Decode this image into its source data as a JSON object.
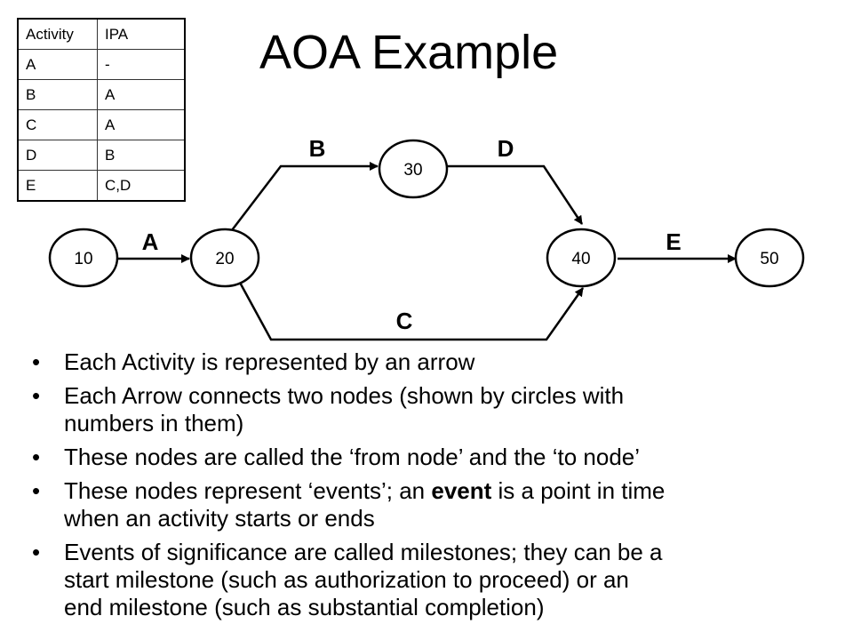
{
  "title": "AOA Example",
  "table": {
    "headers": [
      "Activity",
      "IPA"
    ],
    "rows": [
      [
        "A",
        "-"
      ],
      [
        "B",
        "A"
      ],
      [
        "C",
        "A"
      ],
      [
        "D",
        "B"
      ],
      [
        "E",
        "C,D"
      ]
    ]
  },
  "nodes": {
    "n10": "10",
    "n20": "20",
    "n30": "30",
    "n40": "40",
    "n50": "50"
  },
  "activities": {
    "a": "A",
    "b": "B",
    "c": "C",
    "d": "D",
    "e": "E"
  },
  "bullets": [
    {
      "lines": [
        "Each Activity is represented by an arrow"
      ]
    },
    {
      "lines": [
        "Each Arrow connects two nodes (shown by circles with",
        "numbers in them)"
      ]
    },
    {
      "lines": [
        "These nodes are called the ‘from node’ and the ‘to node’"
      ]
    },
    {
      "lines": [
        "These nodes represent ‘events’; an ",
        "event",
        " is a point in time",
        "when an activity starts or ends"
      ]
    },
    {
      "lines": [
        "Events of significance are called milestones; they can be a",
        "start milestone (such as authorization to proceed) or an",
        "end milestone (such as substantial completion)"
      ]
    }
  ]
}
